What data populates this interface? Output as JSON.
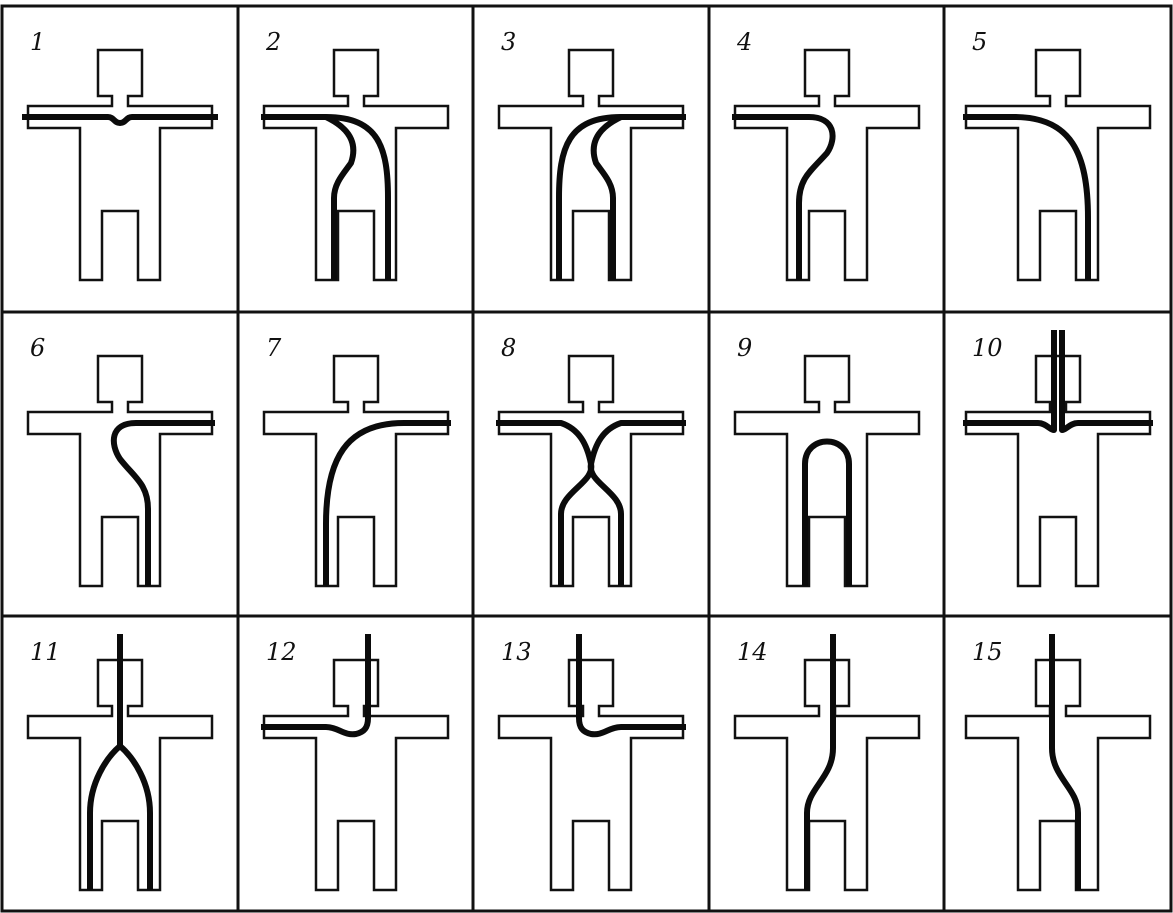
{
  "figure": {
    "panels": [
      {
        "number": "1"
      },
      {
        "number": "2"
      },
      {
        "number": "3"
      },
      {
        "number": "4"
      },
      {
        "number": "5"
      },
      {
        "number": "6"
      },
      {
        "number": "7"
      },
      {
        "number": "8"
      },
      {
        "number": "9"
      },
      {
        "number": "10"
      },
      {
        "number": "11"
      },
      {
        "number": "12"
      },
      {
        "number": "13"
      },
      {
        "number": "14"
      },
      {
        "number": "15"
      }
    ]
  }
}
